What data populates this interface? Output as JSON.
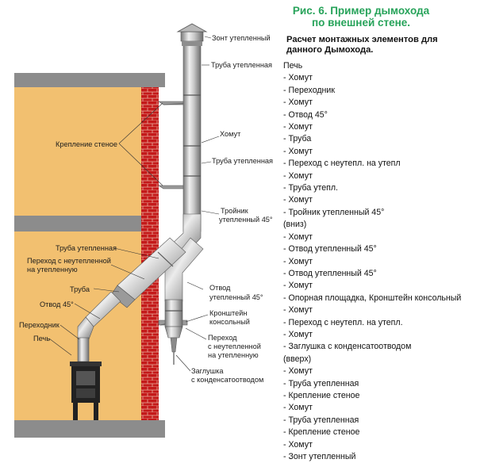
{
  "title": {
    "line1": "Рис. 6. Пример дымохода",
    "line2": "по внешней стене."
  },
  "heading": {
    "line1": "Расчет монтажных элементов для",
    "line2": "данного Дымохода."
  },
  "list": [
    "Печь",
    "- Хомут",
    "- Переходник",
    "- Хомут",
    "- Отвод 45°",
    "- Хомут",
    "- Труба",
    "- Хомут",
    "- Переход с неутепл. на утепл",
    "- Хомут",
    "- Труба утепл.",
    "- Хомут",
    "- Тройник утепленный 45°",
    "(вниз)",
    "- Хомут",
    "- Отвод утепленный 45°",
    "- Хомут",
    "- Отвод утепленный 45°",
    "- Хомут",
    "- Опорная площадка, Кронштейн консольный",
    "- Хомут",
    "- Переход с неутепл. на утепл.",
    "- Хомут",
    "- Заглушка с конденсатоотводом",
    "(вверх)",
    "- Хомут",
    "- Труба утепленная",
    "- Крепление стеное",
    "- Хомут",
    "- Труба утепленная",
    "- Крепление стеное",
    "- Хомут",
    "- Зонт утепленный"
  ],
  "labels": {
    "zont": "Зонт утепленный",
    "truba_top": "Труба утепленная",
    "krepl": "Крепление стеное",
    "khomut": "Хомут",
    "truba_mid": "Труба утепленная",
    "troinik_1": "Тройник",
    "troinik_2": "утепленный 45°",
    "truba_left": "Труба утепленная",
    "perekhod_left_1": "Переход с неутепленной",
    "perekhod_left_2": "на утепленную",
    "truba_plain": "Труба",
    "otvod_left": "Отвод 45°",
    "perekhodnik": "Переходник",
    "pech": "Печь",
    "otvod_right_1": "Отвод",
    "otvod_right_2": "утепленный 45°",
    "kronshtein_1": "Кронштейн",
    "kronshtein_2": "консольный",
    "perekhod_right_1": "Переход",
    "perekhod_right_2": "с неутепленной",
    "perekhod_right_3": "на утепленную",
    "zaglushka_1": "Заглушка",
    "zaglushka_2": "с конденсатоотводом"
  },
  "colors": {
    "wall": "#f2c070",
    "floor": "#8c8c8c",
    "brick": "#c41a1a",
    "pipe_light": "#dedede",
    "pipe_dark": "#7a7a7a",
    "title_green": "#27a35a",
    "stove": "#222222"
  }
}
